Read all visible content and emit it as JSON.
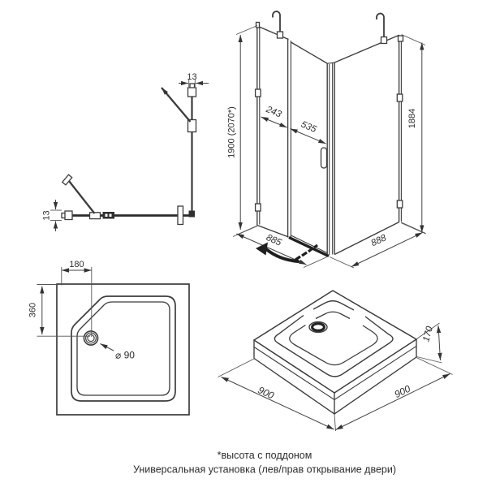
{
  "notes": {
    "height_note": "*высота с поддоном",
    "universal_note": "Универсальная установка (лев/прав открывание двери)"
  },
  "corner_plan_view": {
    "profile_width_top": "13",
    "profile_width_left": "13"
  },
  "enclosure_view": {
    "height_total": "1900 (2070*)",
    "fixed_panel_width": "243",
    "door_width": "535",
    "side_panel_height": "1884",
    "left_wall_length": "885",
    "right_wall_length": "888"
  },
  "tray_plan_view": {
    "drain_offset_x": "180",
    "drain_offset_y": "360",
    "drain_diameter": "⌀ 90"
  },
  "tray_iso_view": {
    "tray_height": "170",
    "tray_width_left": "900",
    "tray_width_right": "900"
  },
  "colors": {
    "line": "#3c3c3c",
    "bold_line": "#1f1f1f",
    "text": "#2d2d2d",
    "background": "#ffffff"
  }
}
